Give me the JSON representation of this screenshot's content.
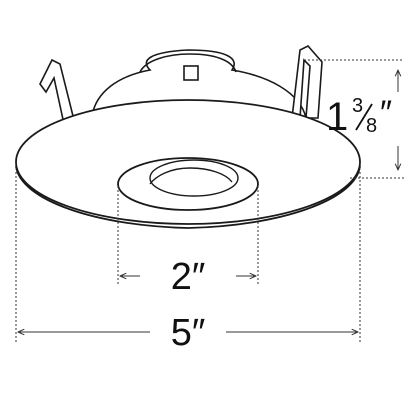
{
  "dimensions": {
    "height_label": "1 3⁄8″",
    "height_whole": "1",
    "height_frac_num": "3",
    "height_frac_den": "8",
    "height_unit": "″",
    "aperture_label": "2″",
    "diameter_label": "5″"
  },
  "colors": {
    "line": "#1a1a1a",
    "dim_line": "#333333",
    "fill": "#ffffff"
  }
}
